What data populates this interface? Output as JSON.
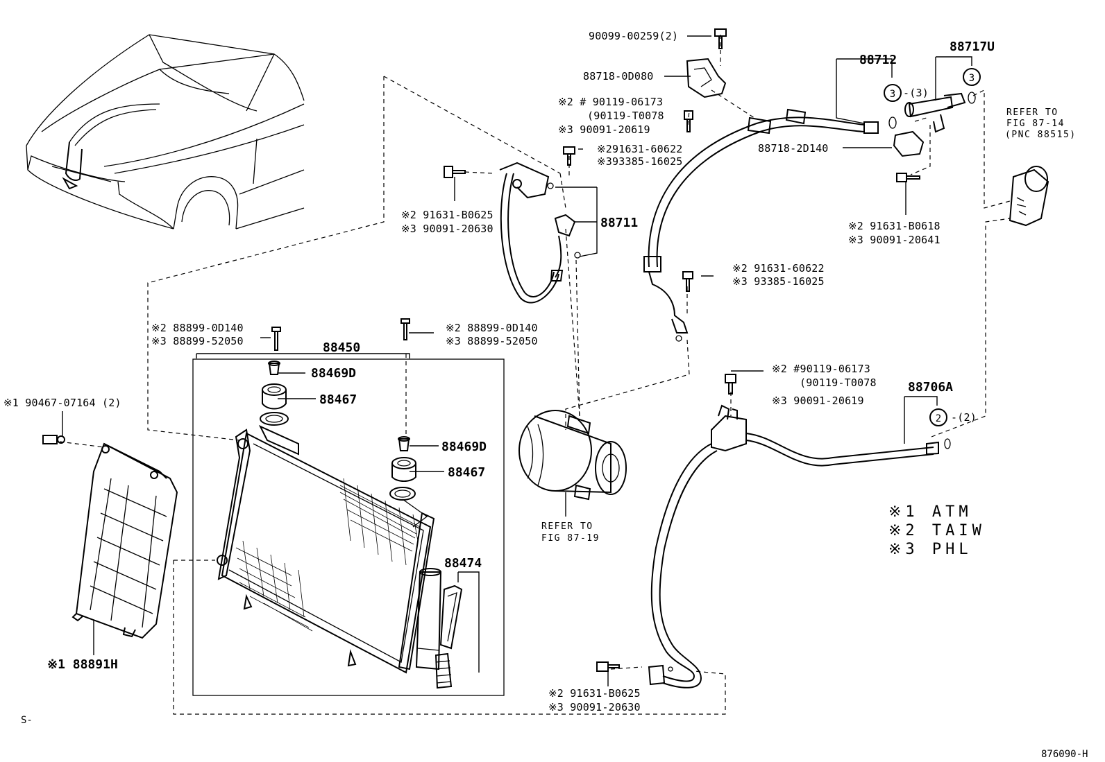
{
  "labels": {
    "bolt_top": "90099-00259(2)",
    "bracket_top": "88718-0D080",
    "bolt_a_2": "※2 # 90119-06173",
    "bolt_a_alt": "(90119-T0078",
    "bolt_a_3": "※3  90091-20619",
    "bolt_b_2": "※291631-60622",
    "bolt_b_3": "※393385-16025",
    "bolt_c_2": "※2 91631-B0625",
    "bolt_c_3": "※3 90091-20630",
    "hose_88711": "88711",
    "tube_88712": "88712",
    "tube_88717u": "88717U",
    "oring_count_3": "-(3)",
    "bracket_2d140": "88718-2D140",
    "refer_top_1": "REFER TO",
    "refer_top_2": "FIG 87-14",
    "refer_top_3": "(PNC 88515)",
    "bolt_d_2": "※2  91631-B0618",
    "bolt_d_3": "※3  90091-20641",
    "bolt_e_2": "※2 91631-60622",
    "bolt_e_3": "※3 93385-16025",
    "screw_l_2": "※2  88899-0D140",
    "screw_l_3": "※3  88899-52050",
    "screw_r_2": "※2  88899-0D140",
    "screw_r_3": "※3  88899-52050",
    "condenser": "88450",
    "cap_1": "88469D",
    "seat_1": "88467",
    "cap_2": "88469D",
    "seat_2": "88467",
    "filter": "88474",
    "clip": "※1 90467-07164 (2)",
    "shroud": "※1 88891H",
    "refer_comp_1": "REFER TO",
    "refer_comp_2": "FIG 87-19",
    "bolt_f_2": "※2 #90119-06173",
    "bolt_f_alt": "(90119-T0078",
    "bolt_f_3": "※3  90091-20619",
    "tube_88706a": "88706A",
    "oring_count_2": "-(2)",
    "bolt_g_2": "※2 91631-B0625",
    "bolt_g_3": "※3 90091-20630",
    "circle_3a": "3",
    "circle_3b": "3",
    "circle_2": "2",
    "legend_1": "※1 ATM",
    "legend_2": "※2 TAIW",
    "legend_3": "※3 PHL",
    "corner_code": "S-",
    "figure_number": "876090-H"
  }
}
